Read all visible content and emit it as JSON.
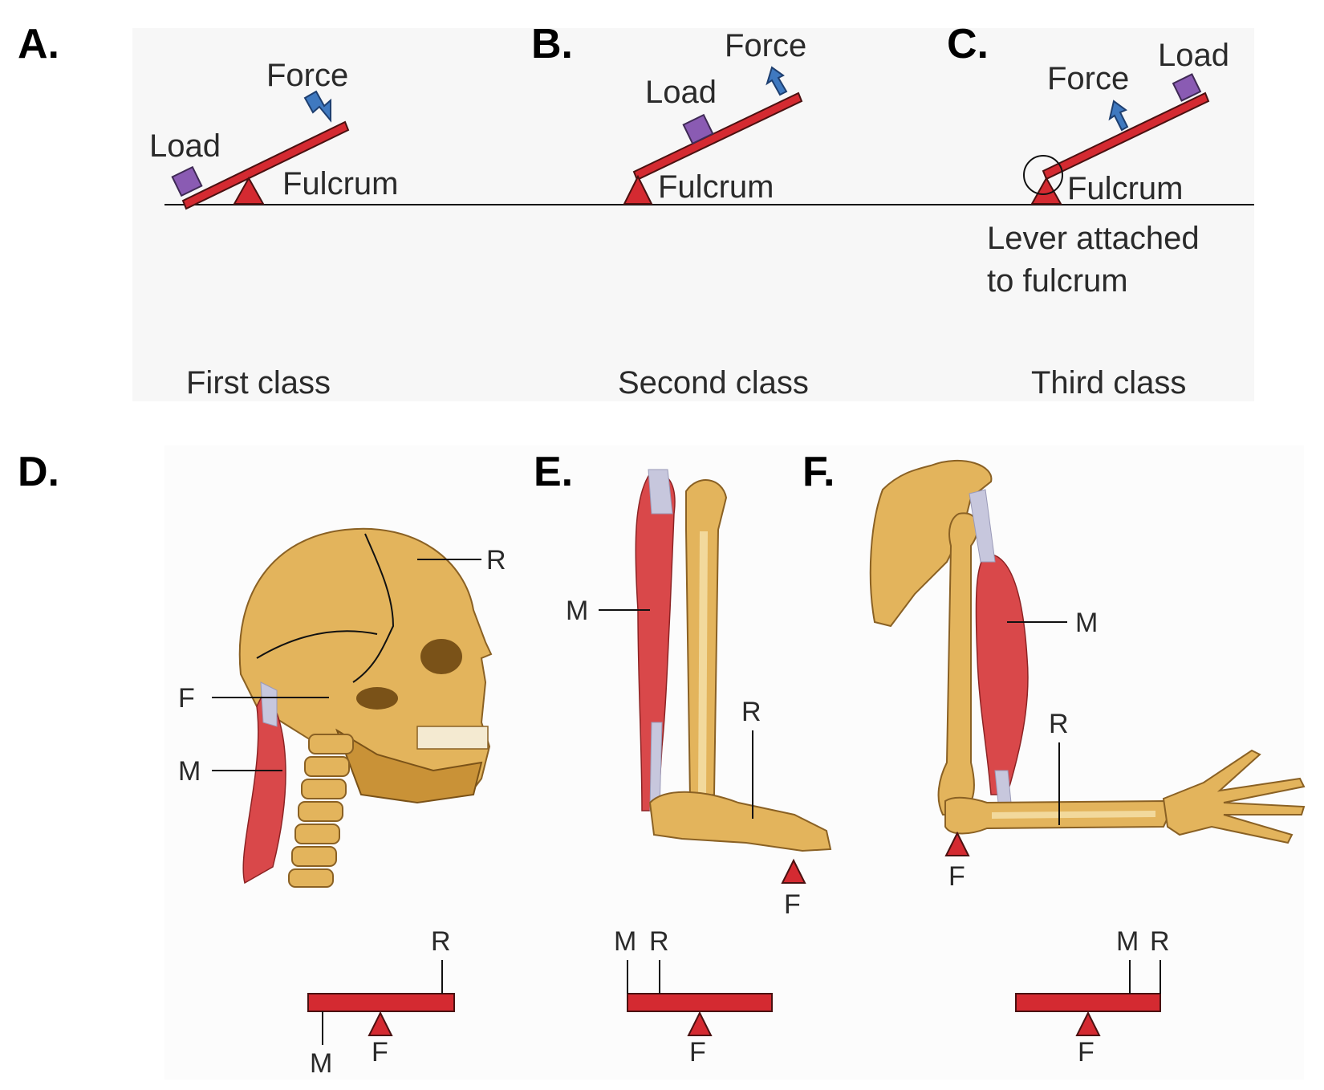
{
  "panels": {
    "a": {
      "letter": "A.",
      "load": "Load",
      "force": "Force",
      "fulcrum": "Fulcrum",
      "class_label": "First class"
    },
    "b": {
      "letter": "B.",
      "load": "Load",
      "force": "Force",
      "fulcrum": "Fulcrum",
      "class_label": "Second class"
    },
    "c": {
      "letter": "C.",
      "load": "Load",
      "force": "Force",
      "fulcrum": "Fulcrum",
      "note_line1": "Lever attached",
      "note_line2": "to fulcrum",
      "class_label": "Third class"
    },
    "d": {
      "letter": "D.",
      "r": "R",
      "f": "F",
      "m": "M",
      "bar_r": "R",
      "bar_m": "M",
      "bar_f": "F"
    },
    "e": {
      "letter": "E.",
      "m": "M",
      "r": "R",
      "f": "F",
      "bar_m": "M",
      "bar_r": "R",
      "bar_f": "F"
    },
    "f": {
      "letter": "F.",
      "m": "M",
      "r": "R",
      "f": "F",
      "bar_m": "M",
      "bar_r": "R",
      "bar_f": "F"
    }
  },
  "colors": {
    "lever": "#d42a31",
    "load": "#8a5bb3",
    "arrow": "#3f79c0",
    "bone": "#e3b45c",
    "muscle": "#d9484a",
    "panel_bg": "#f7f7f7"
  }
}
